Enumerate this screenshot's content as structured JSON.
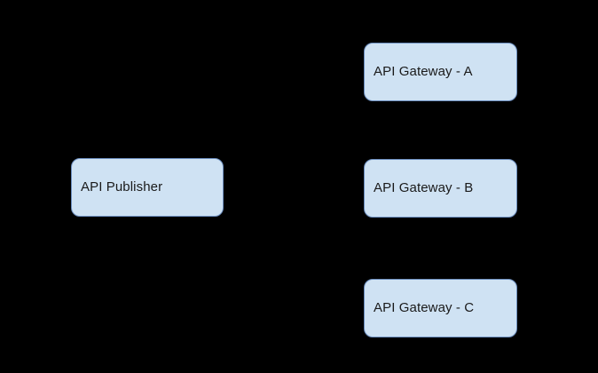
{
  "diagram": {
    "background_color": "#000000",
    "node_fill_color": "#cfe2f3",
    "node_border_color": "#6c8ebf",
    "node_text_color": "#1a1a1a",
    "nodes": [
      {
        "id": "api-publisher",
        "label": "API Publisher"
      },
      {
        "id": "api-gateway-a",
        "label": "API Gateway - A"
      },
      {
        "id": "api-gateway-b",
        "label": "API Gateway - B"
      },
      {
        "id": "api-gateway-c",
        "label": "API Gateway - C"
      }
    ]
  }
}
